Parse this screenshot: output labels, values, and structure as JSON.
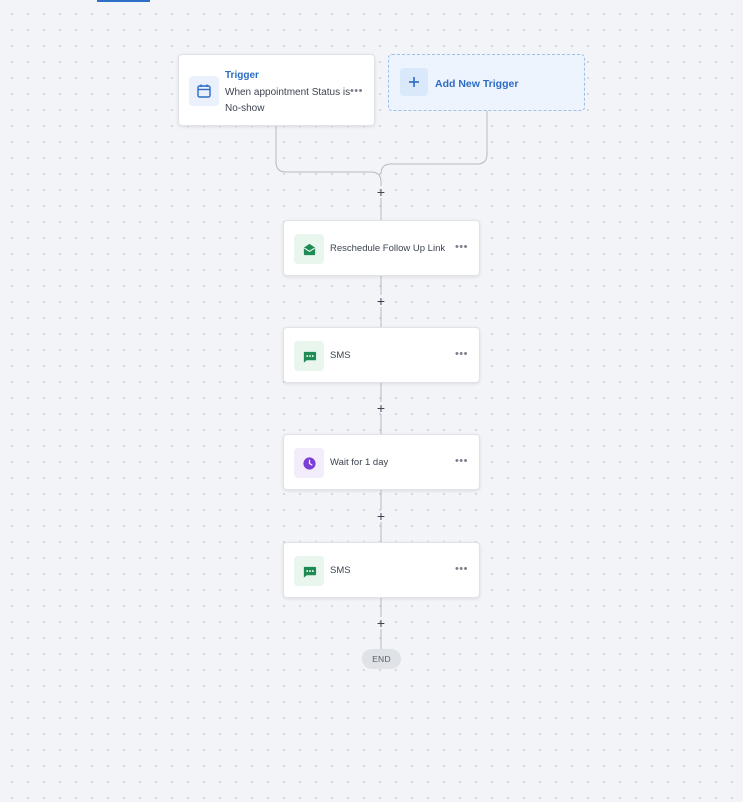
{
  "trigger": {
    "title": "Trigger",
    "description": "When appointment Status is No-show",
    "icon": "calendar-icon"
  },
  "add_trigger": {
    "label": "Add New Trigger",
    "icon": "plus-icon"
  },
  "actions": [
    {
      "label": "Reschedule Follow Up Link",
      "icon": "email-icon",
      "icon_color": "#1f8a53"
    },
    {
      "label": "SMS",
      "icon": "chat-icon",
      "icon_color": "#1f8a53"
    },
    {
      "label": "Wait for 1 day",
      "icon": "clock-icon",
      "icon_color": "#7b3fd6"
    },
    {
      "label": "SMS",
      "icon": "chat-icon",
      "icon_color": "#1f8a53"
    }
  ],
  "add_step_symbol": "+",
  "more_symbol": "•••",
  "end_label": "END",
  "colors": {
    "accent": "#2b6cc4",
    "action_green": "#1f8a53",
    "wait_purple": "#7b3fd6",
    "connector": "#b5bac3"
  }
}
